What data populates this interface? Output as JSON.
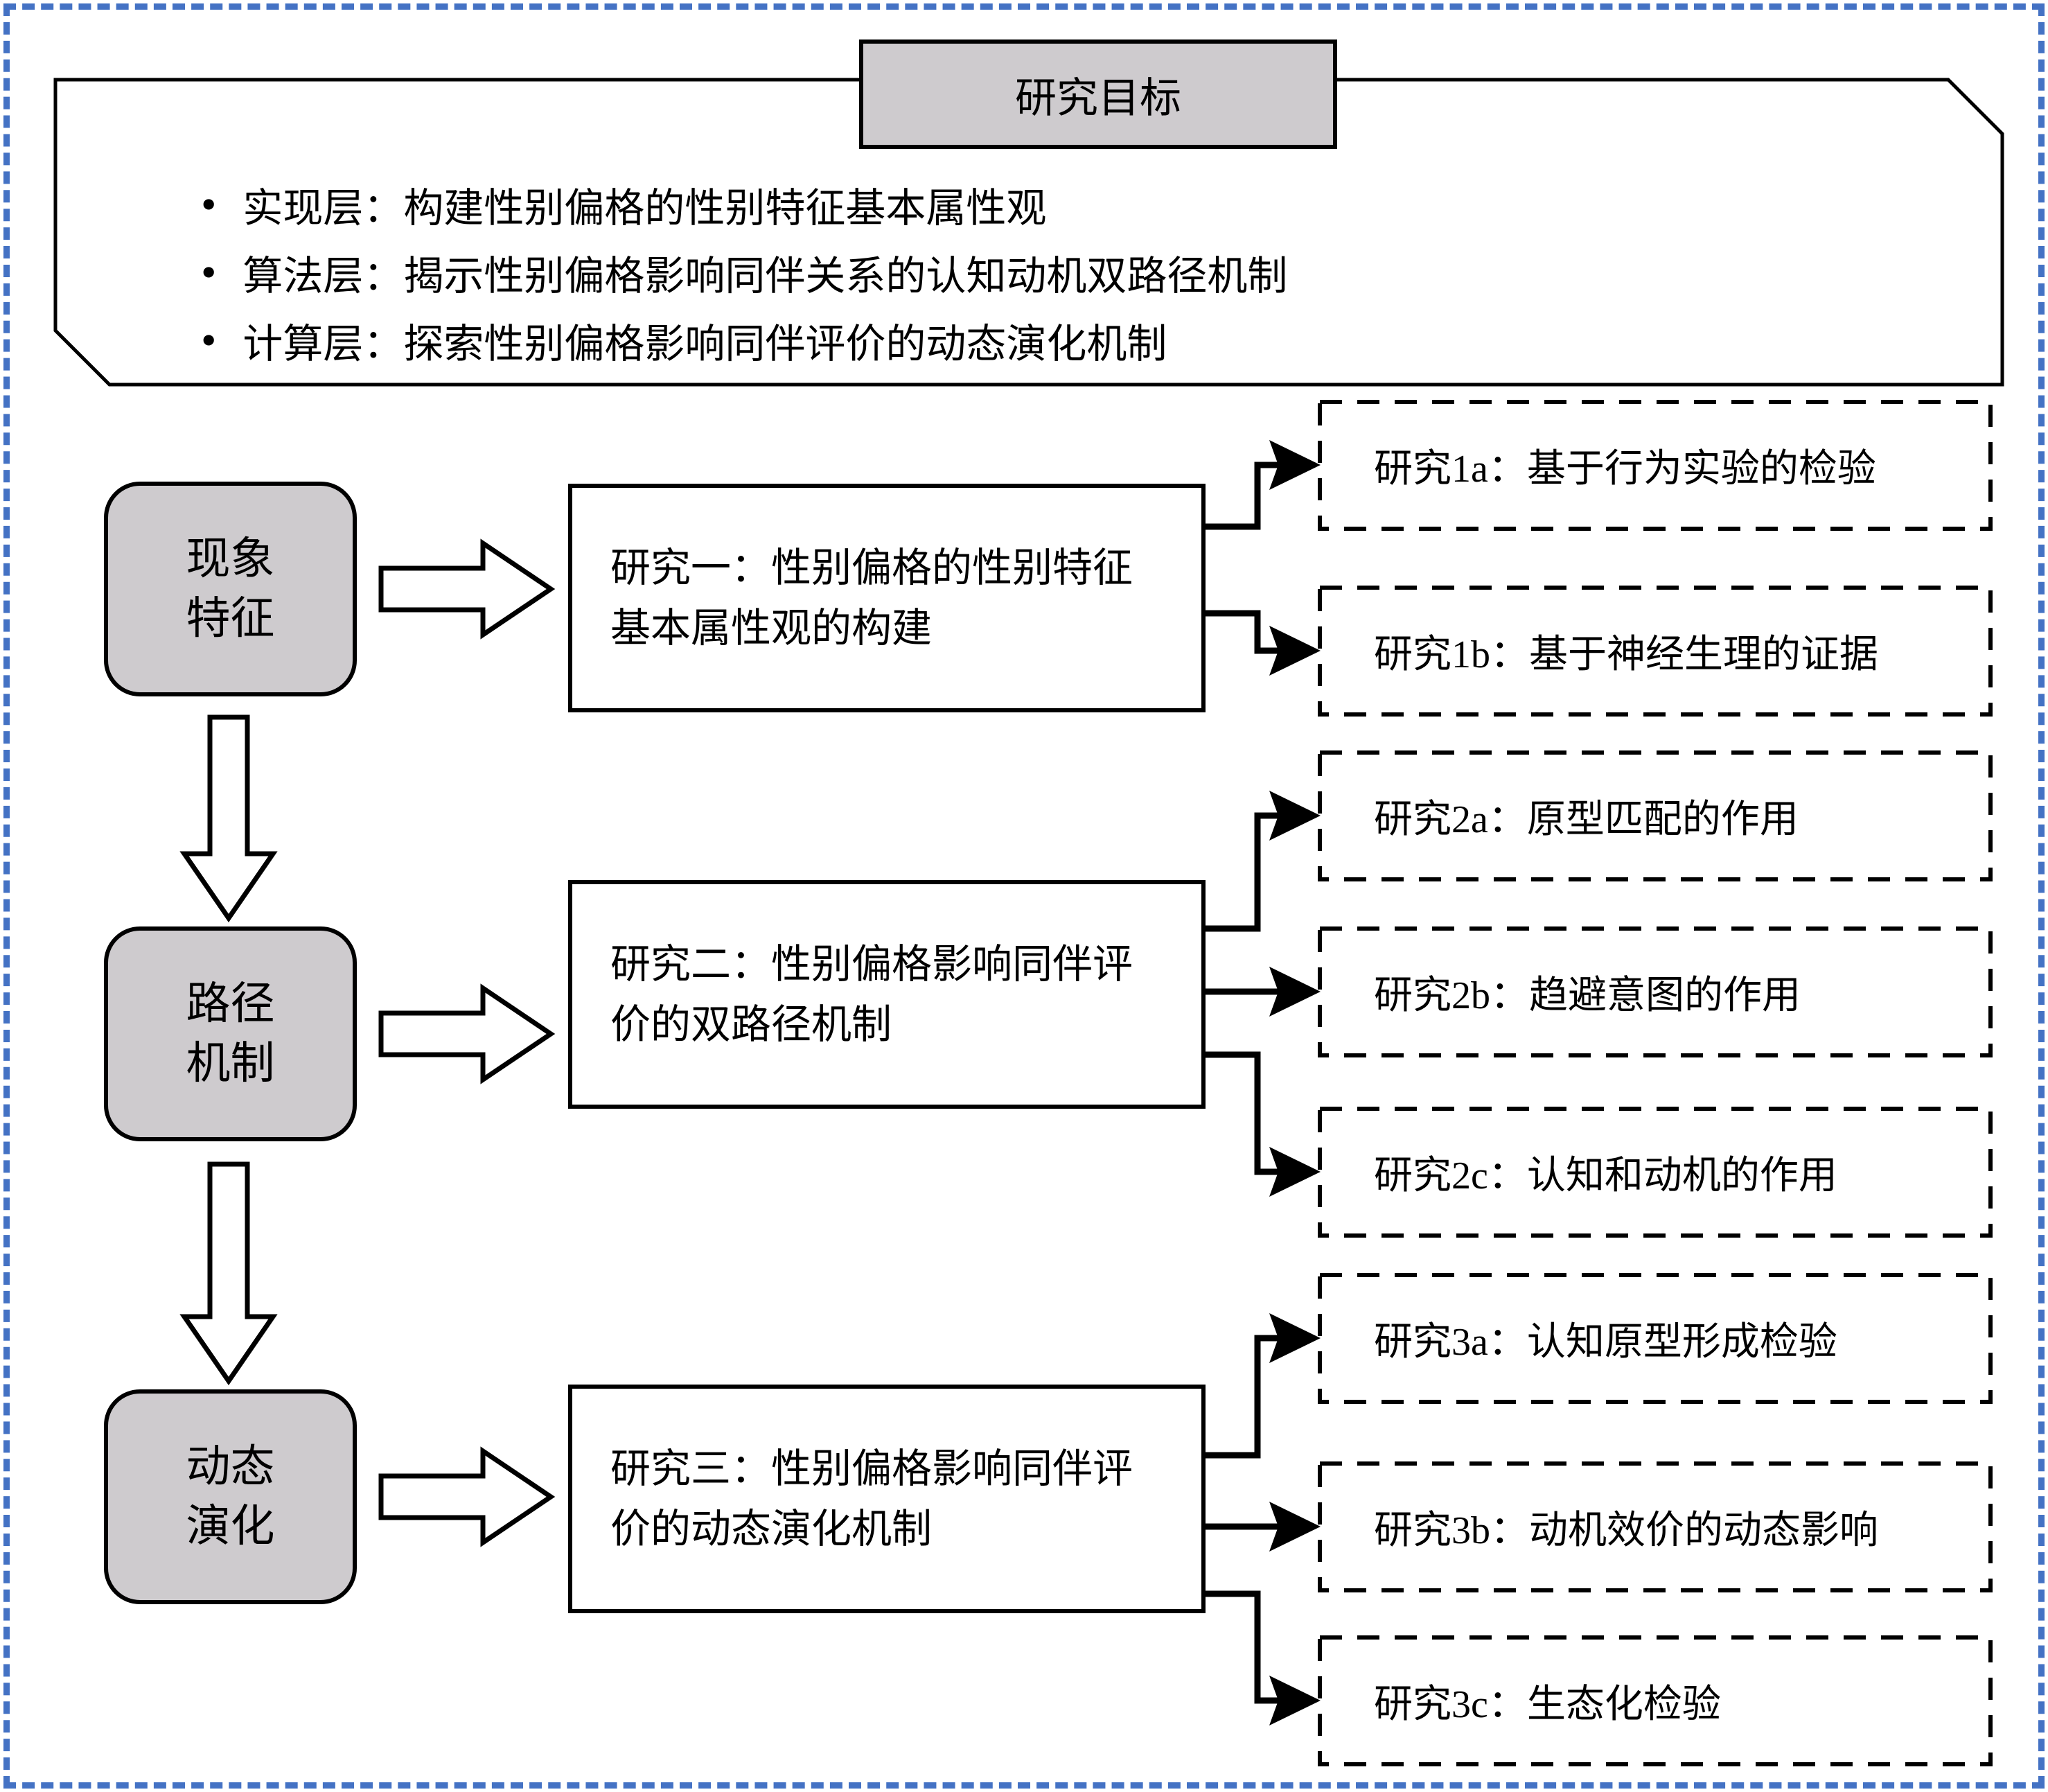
{
  "colors": {
    "accent_blue": "#4472c4",
    "box_gray": "#cecbce",
    "line_black": "#000000"
  },
  "goal": {
    "title": "研究目标",
    "bullet_char": "•",
    "bullets": [
      "实现层：构建性别偏格的性别特征基本属性观",
      "算法层：揭示性别偏格影响同伴关系的认知动机双路径机制",
      "计算层：探索性别偏格影响同伴评价的动态演化机制"
    ]
  },
  "stages": [
    {
      "label": "现象\n特征"
    },
    {
      "label": "路径\n机制"
    },
    {
      "label": "动态\n演化"
    }
  ],
  "studies": [
    {
      "title": "研究一：性别偏格的性别特征基本属性观的构建",
      "subs": [
        "研究1a：基于行为实验的检验",
        "研究1b：基于神经生理的证据"
      ]
    },
    {
      "title": "研究二：性别偏格影响同伴评价的双路径机制",
      "subs": [
        "研究2a：原型匹配的作用",
        "研究2b：趋避意图的作用",
        "研究2c：认知和动机的作用"
      ]
    },
    {
      "title": "研究三：性别偏格影响同伴评价的动态演化机制",
      "subs": [
        "研究3a：认知原型形成检验",
        "研究3b：动机效价的动态影响",
        "研究3c：生态化检验"
      ]
    }
  ]
}
